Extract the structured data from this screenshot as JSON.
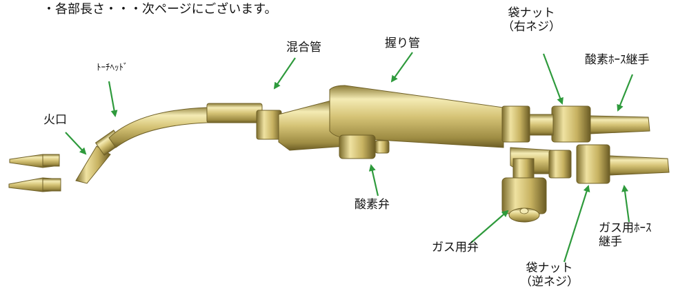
{
  "note": "・各部長さ・・・次ページにございます。",
  "parts": {
    "hikuchi": "火口",
    "torch_head": "ﾄｰﾁﾍｯﾄﾞ",
    "mixing_tube": "混合管",
    "grip_tube": "握り管",
    "bag_nut_right": [
      "袋ナット",
      "（右ネジ）"
    ],
    "oxygen_hose_joint": "酸素ﾎｰｽ継手",
    "oxygen_valve": "酸素弁",
    "gas_valve": "ガス用弁",
    "gas_hose_joint": [
      "ガス用ﾎｰｽ",
      "継手"
    ],
    "bag_nut_reverse": [
      "袋ナット",
      "（逆ネジ）"
    ]
  },
  "colors": {
    "arrow": "#2e9a3c",
    "brass_light": "#efe3a2",
    "brass_mid": "#c7b261",
    "brass_dark": "#7d6d2c"
  }
}
